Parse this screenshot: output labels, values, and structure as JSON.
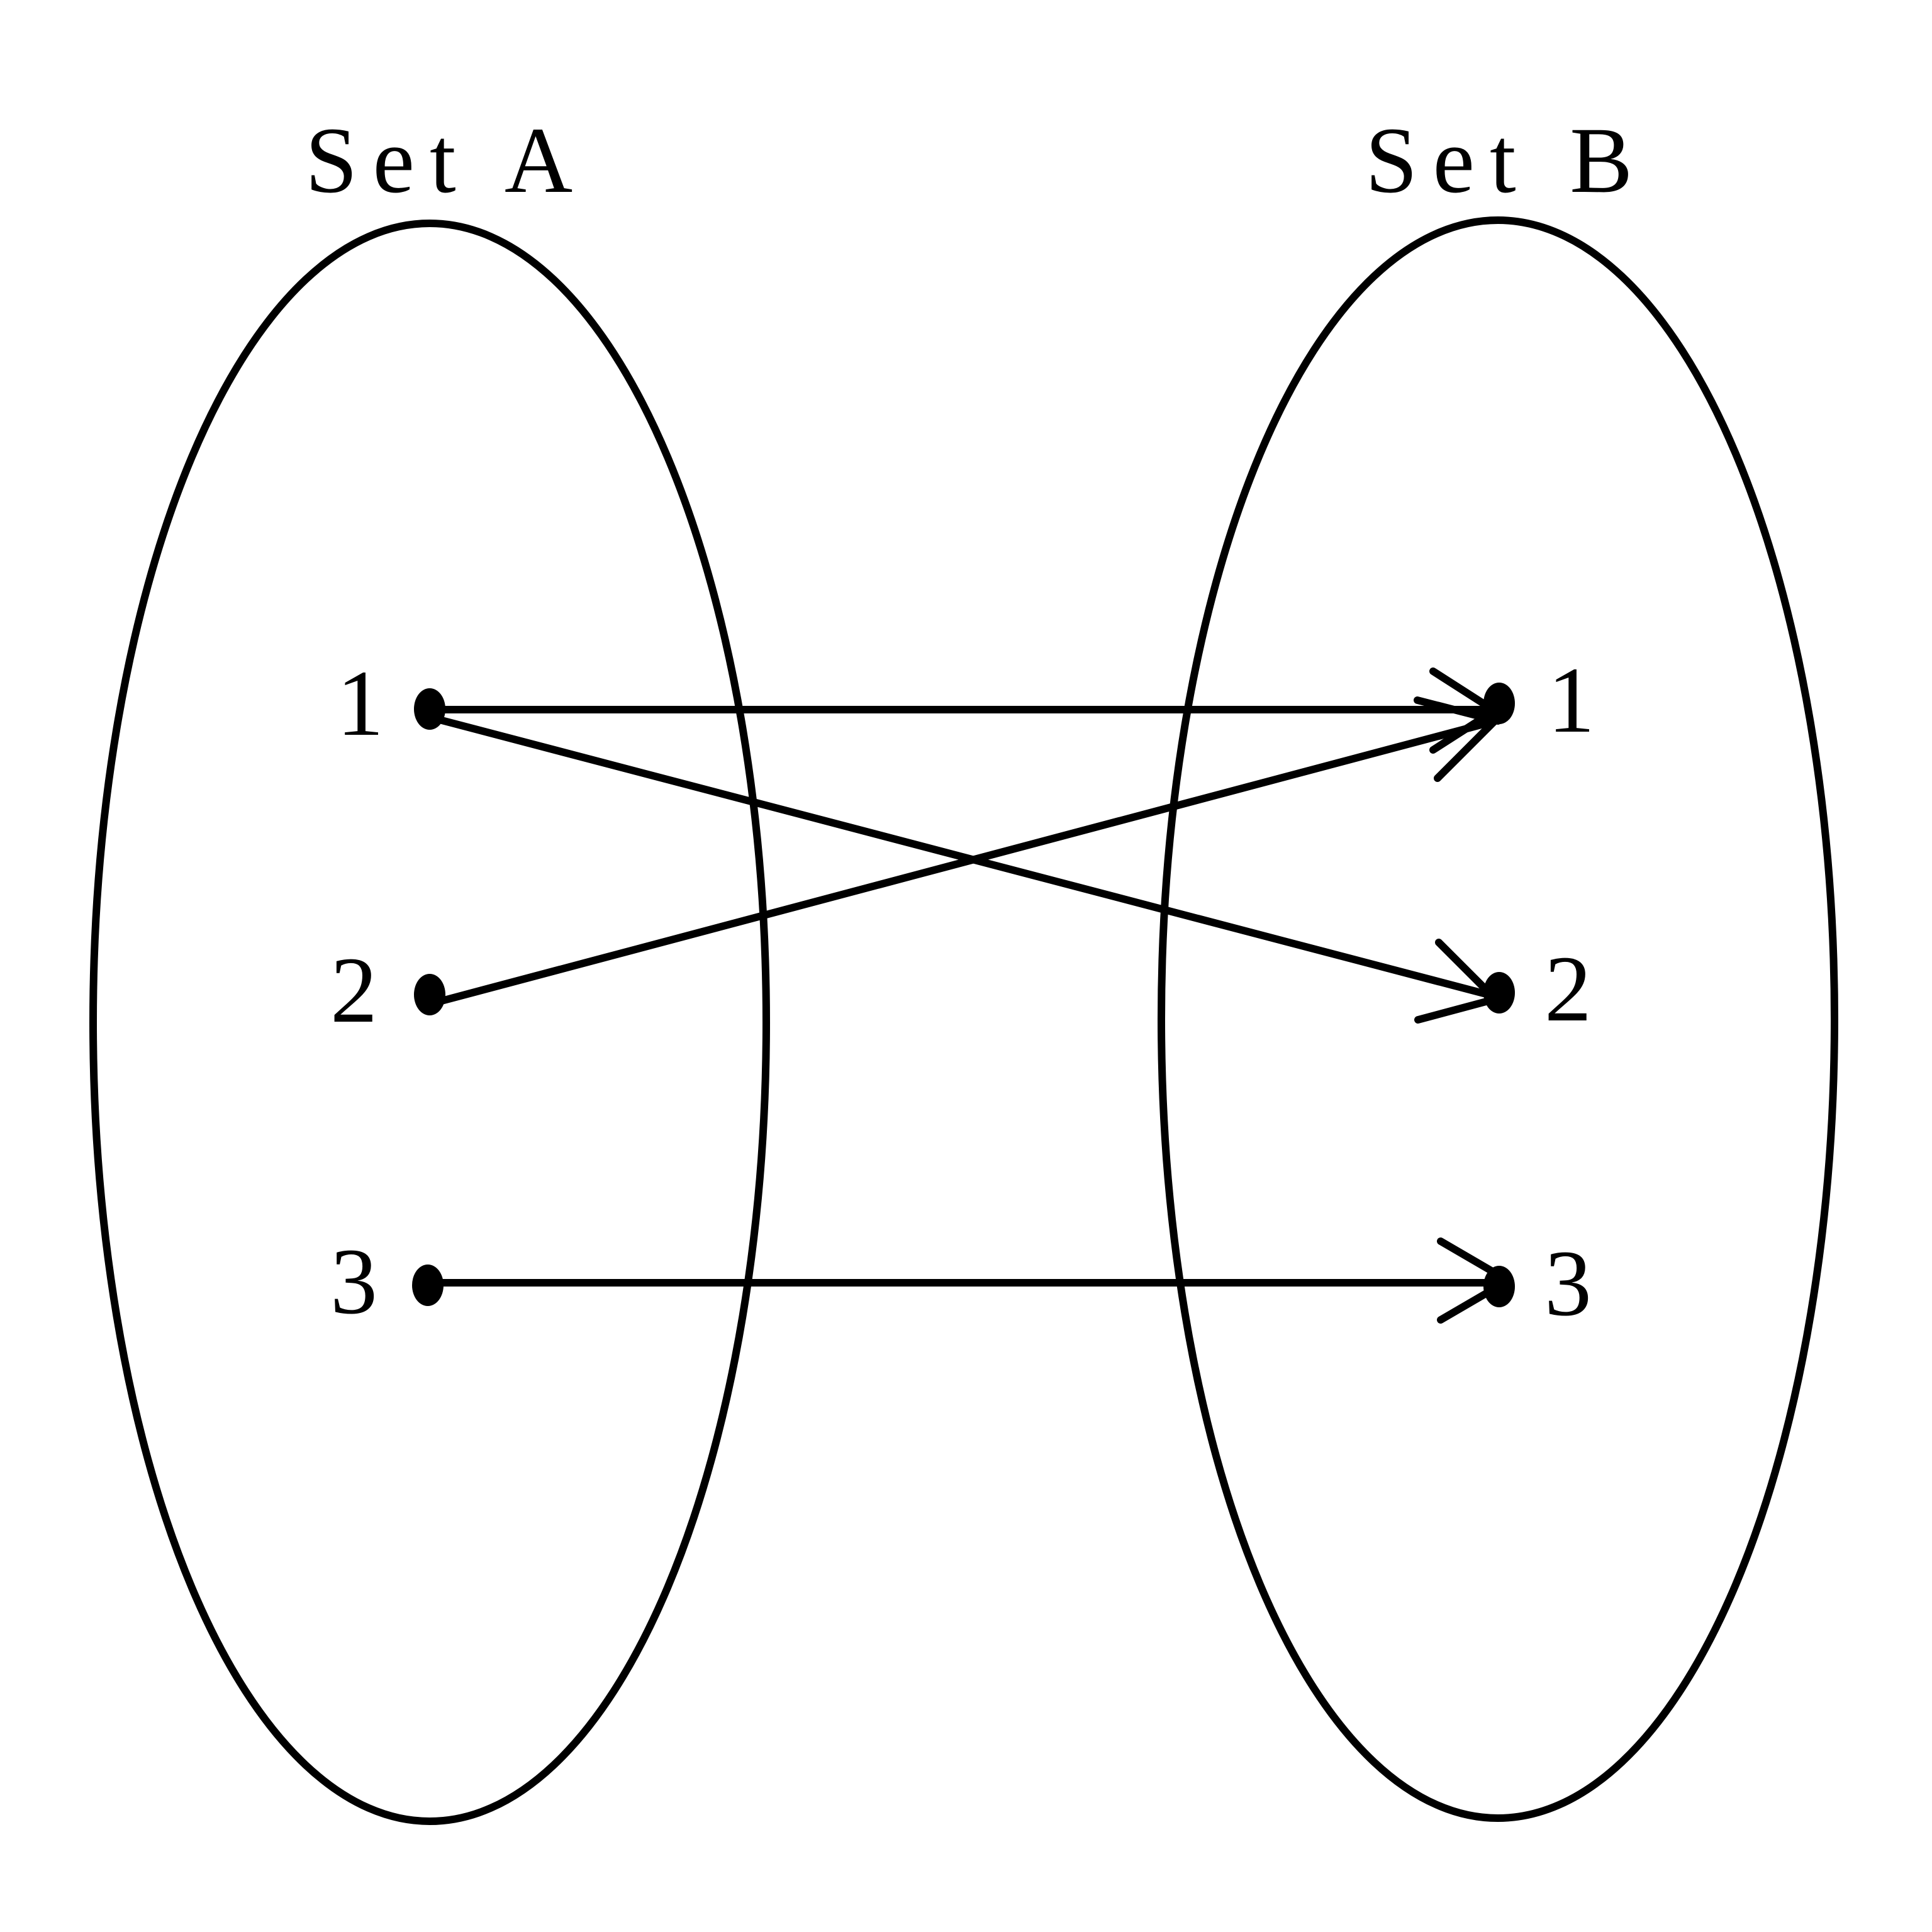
{
  "set_a": {
    "title": "Set A",
    "elements": [
      "1",
      "2",
      "3"
    ]
  },
  "set_b": {
    "title": "Set B",
    "elements": [
      "1",
      "2",
      "3"
    ]
  },
  "mappings": [
    {
      "from": "1",
      "to": "1"
    },
    {
      "from": "1",
      "to": "2"
    },
    {
      "from": "2",
      "to": "1"
    },
    {
      "from": "3",
      "to": "3"
    }
  ],
  "colors": {
    "stroke": "#000000",
    "background": "#ffffff"
  }
}
